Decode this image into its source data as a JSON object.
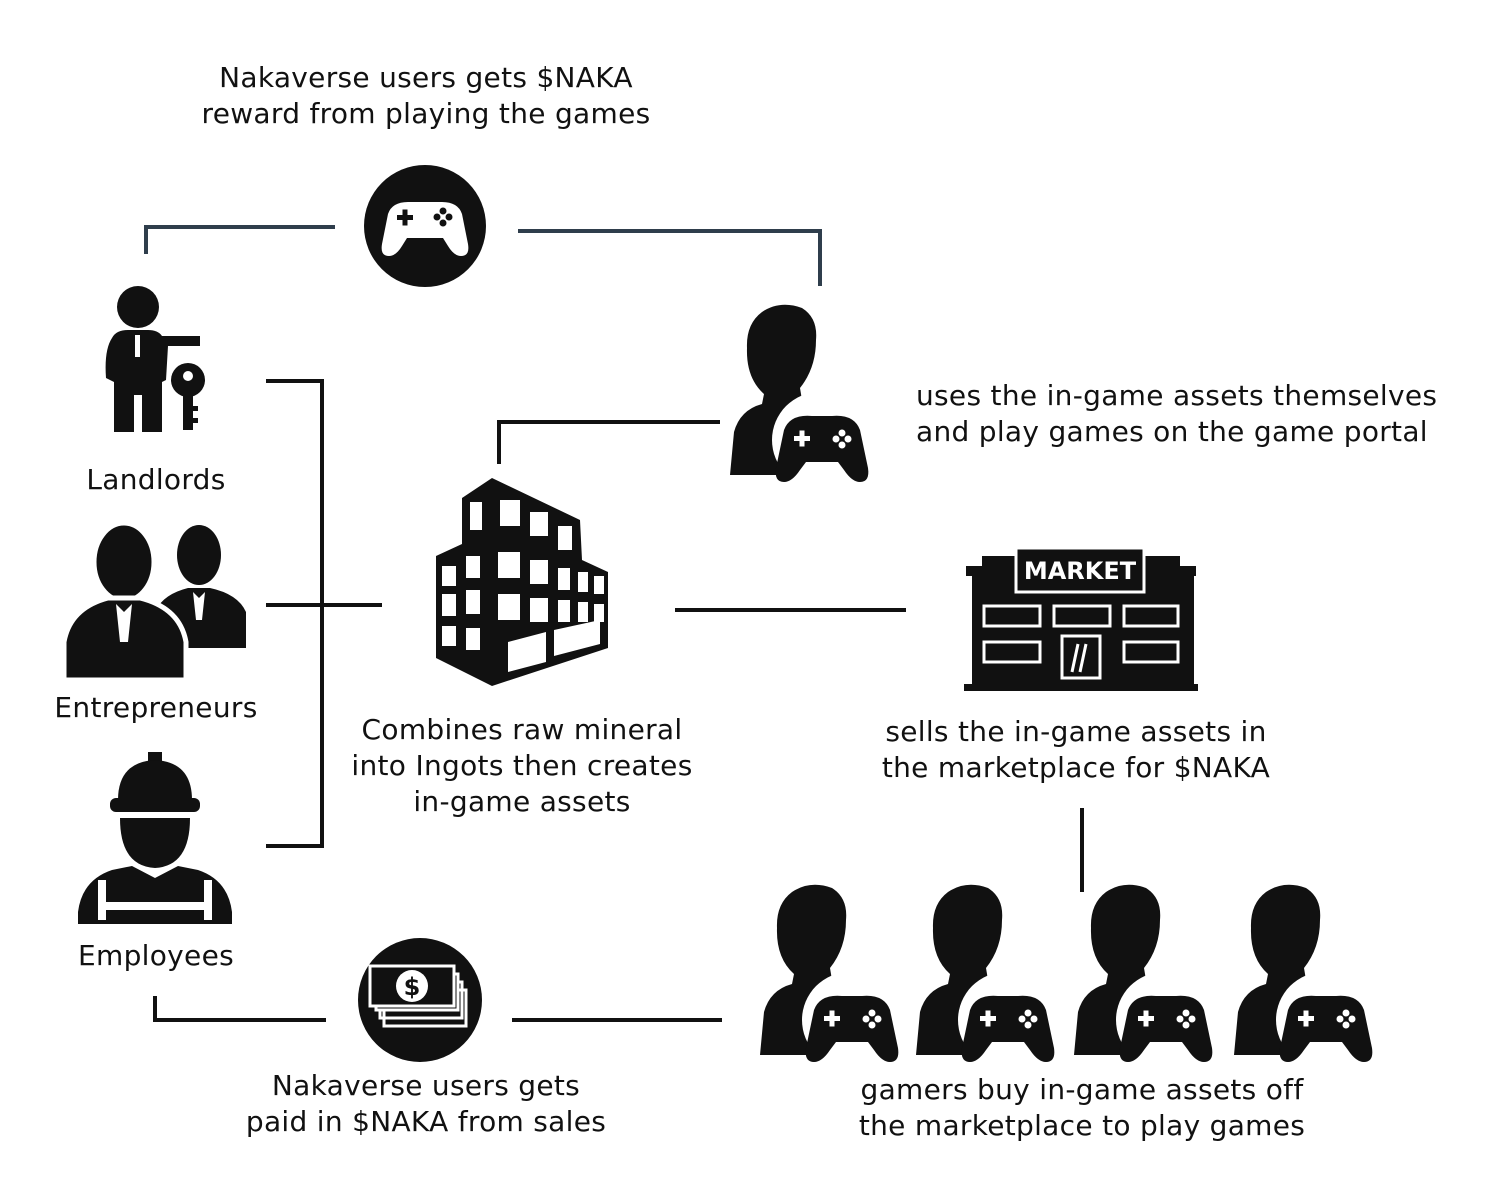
{
  "texts": {
    "reward_caption": "Nakaverse users gets $NAKA\nreward from playing the games",
    "self_use_caption": "uses the in-game assets themselves\nand play games on the game portal",
    "landlords_label": "Landlords",
    "entrepreneurs_label": "Entrepreneurs",
    "employees_label": "Employees",
    "factory_caption": "Combines raw mineral\ninto Ingots then creates\nin-game assets",
    "market_caption": "sells the in-game assets in\nthe marketplace for $NAKA",
    "market_sign": "MARKET",
    "paid_caption": "Nakaverse users gets\npaid in $NAKA from sales",
    "gamers_caption": "gamers buy in-game assets off\nthe marketplace to play games"
  },
  "icons": [
    "gamepad-circle-icon",
    "landlord-key-icon",
    "entrepreneurs-icon",
    "employee-worker-icon",
    "factory-building-icon",
    "gamer-icon",
    "market-store-icon",
    "money-circle-icon"
  ],
  "colors": {
    "connector_top": "#2f3e4c",
    "connector": "#111111",
    "icon": "#111111"
  }
}
